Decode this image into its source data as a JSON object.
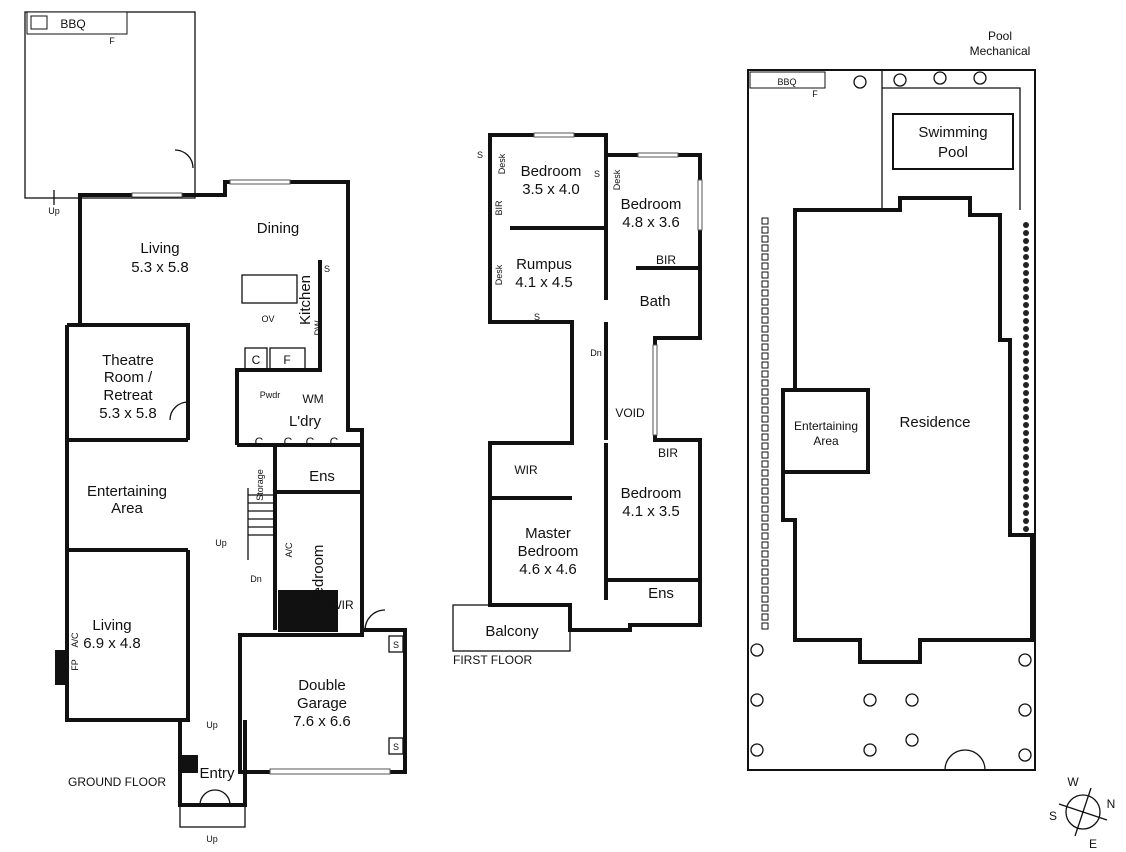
{
  "ground_floor": {
    "caption": "GROUND FLOOR",
    "bbq": "BBQ",
    "f": "F",
    "up_yard": "Up",
    "living_top": {
      "name": "Living",
      "size": "5.3 x 5.8"
    },
    "dining": "Dining",
    "kitchen": "Kitchen",
    "s_kitchen": "S",
    "ov": "OV",
    "dw": "DW",
    "c": "C",
    "fridge": "F",
    "pwdr": "Pwdr",
    "wm": "WM",
    "laundry": "L'dry",
    "theatre": {
      "name1": "Theatre",
      "name2": "Room /",
      "name3": "Retreat",
      "size": "5.3 x 5.8"
    },
    "entertaining": {
      "name1": "Entertaining",
      "name2": "Area"
    },
    "storage": "Storage",
    "ens": "Ens",
    "ac": "A/C",
    "bedroom": "Bedroom",
    "up_stairs": "Up",
    "dn": "Dn",
    "wir": "WIR",
    "s": "S",
    "living_bottom": {
      "name": "Living",
      "size": "6.9 x 4.8"
    },
    "fp": "FP",
    "ac_living": "A/C",
    "garage": {
      "name1": "Double",
      "name2": "Garage",
      "size": "7.6 x 6.6"
    },
    "up_entry": "Up",
    "entry": "Entry",
    "up_front": "Up"
  },
  "first_floor": {
    "caption": "FIRST FLOOR",
    "bedroom1": {
      "name": "Bedroom",
      "size": "3.5 x 4.0"
    },
    "bedroom2": {
      "name": "Bedroom",
      "size": "4.8 x 3.6"
    },
    "rumpus": {
      "name": "Rumpus",
      "size": "4.1 x 4.5"
    },
    "desk": "Desk",
    "bir": "BIR",
    "s": "S",
    "bath": "Bath",
    "dn": "Dn",
    "void": "VOID",
    "wir": "WIR",
    "master": {
      "name1": "Master",
      "name2": "Bedroom",
      "size": "4.6 x 4.6"
    },
    "bedroom3": {
      "name": "Bedroom",
      "size": "4.1 x 3.5"
    },
    "ens": "Ens",
    "balcony": "Balcony"
  },
  "site_plan": {
    "pool_mechanical": {
      "line1": "Pool",
      "line2": "Mechanical"
    },
    "swimming_pool": {
      "line1": "Swimming",
      "line2": "Pool"
    },
    "bbq": "BBQ",
    "f": "F",
    "entertaining": {
      "line1": "Entertaining",
      "line2": "Area"
    },
    "residence": "Residence"
  },
  "compass": {
    "w": "W",
    "n": "N",
    "s": "S",
    "e": "E"
  }
}
